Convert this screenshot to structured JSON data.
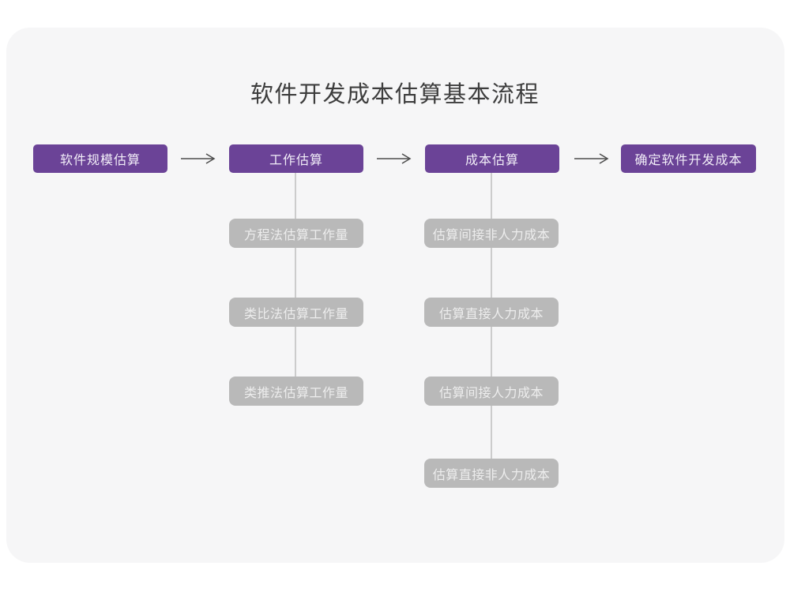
{
  "page": {
    "title": "软件开发成本估算基本流程"
  },
  "colors": {
    "stage_box": "#6B4397",
    "sub_box": "#B9B9B9",
    "card_background": "#F6F6F7",
    "arrow": "#4D4D4D",
    "connector_line": "#CCCCCC",
    "title_text": "#3D3D3D",
    "stage_text": "#F2EEF8",
    "sub_text": "#EDEDED"
  },
  "flow": {
    "stages": [
      {
        "label": "软件规模估算"
      },
      {
        "label": "工作估算"
      },
      {
        "label": "成本估算"
      },
      {
        "label": "确定软件开发成本"
      }
    ],
    "work_estimation_methods": [
      {
        "label": "方程法估算工作量"
      },
      {
        "label": "类比法估算工作量"
      },
      {
        "label": "类推法估算工作量"
      }
    ],
    "cost_estimation_steps": [
      {
        "label": "估算间接非人力成本"
      },
      {
        "label": "估算直接人力成本"
      },
      {
        "label": "估算间接人力成本"
      },
      {
        "label": "估算直接非人力成本"
      }
    ]
  }
}
